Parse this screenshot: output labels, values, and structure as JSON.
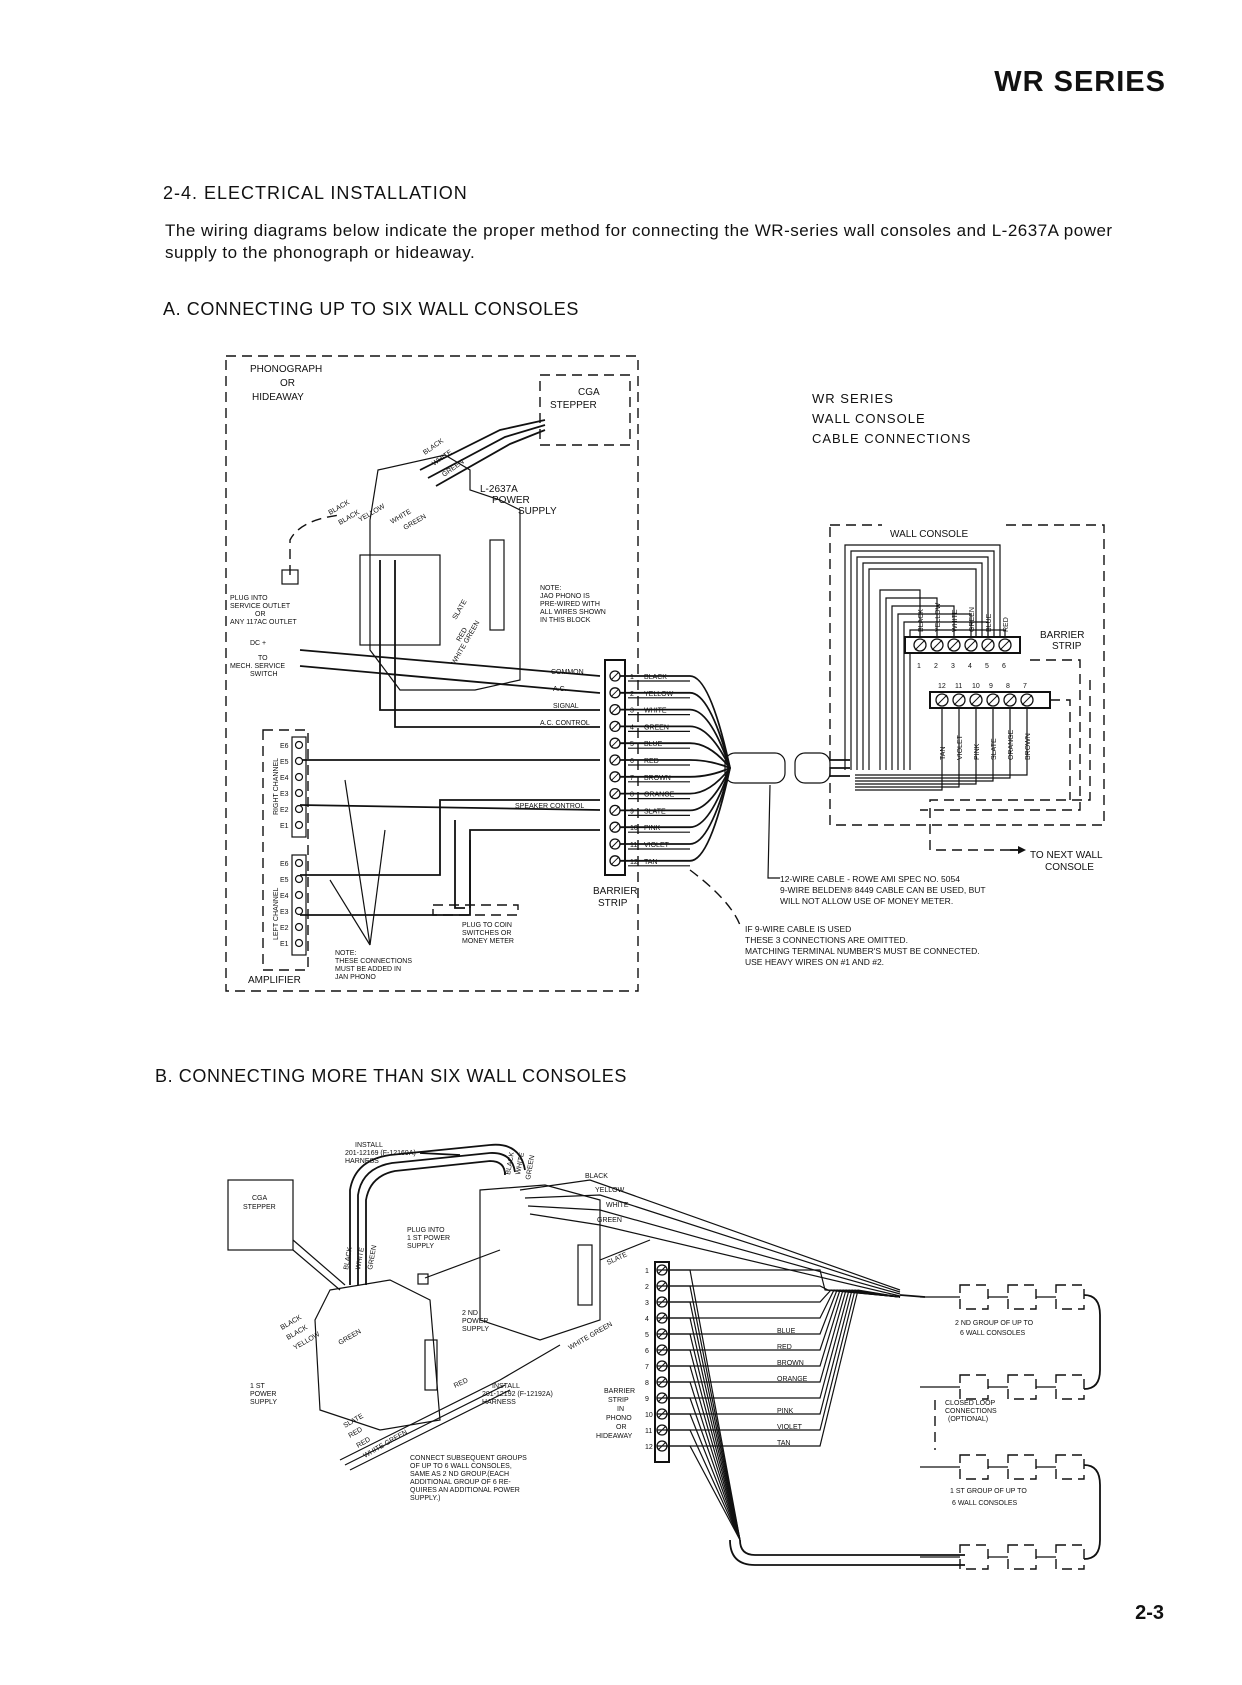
{
  "header": "WR SERIES",
  "section_title": "2-4. ELECTRICAL INSTALLATION",
  "intro": "The wiring diagrams below indicate the proper method for connecting the WR-series wall consoles and L-2637A power supply to the phonograph or hideaway.",
  "page_number": "2-3",
  "diagram_a": {
    "title": "A. CONNECTING UP TO SIX WALL CONSOLES",
    "phonograph_label": [
      "PHONOGRAPH",
      "OR",
      "HIDEAWAY"
    ],
    "cga_stepper": [
      "CGA",
      "STEPPER"
    ],
    "power_supply": [
      "L-2637A",
      "POWER",
      "SUPPLY"
    ],
    "ps_wires_top": [
      "BLACK",
      "WHITE",
      "GREEN"
    ],
    "ps_wires_left": [
      "BLACK",
      "BLACK",
      "YELLOW",
      "WHITE",
      "GREEN"
    ],
    "ps_wires_bottom": [
      "SLATE",
      "RED",
      "WHITE GREEN"
    ],
    "plug_label": [
      "PLUG INTO",
      "SERVICE OUTLET",
      "OR",
      "ANY 117AC OUTLET"
    ],
    "dc_label": "DC +",
    "mech_label": [
      "TO",
      "MECH. SERVICE",
      "SWITCH"
    ],
    "note_jao": [
      "NOTE:",
      "JAO PHONO IS",
      "PRE-WIRED WITH",
      "ALL WIRES SHOWN",
      "IN THIS BLOCK"
    ],
    "signal_labels": [
      "COMMON",
      "A.C.",
      "SIGNAL",
      "A.C. CONTROL"
    ],
    "speaker_control": "SPEAKER CONTROL",
    "terminals": [
      {
        "num": "1",
        "color": "BLACK"
      },
      {
        "num": "2",
        "color": "YELLOW"
      },
      {
        "num": "3",
        "color": "WHITE"
      },
      {
        "num": "4",
        "color": "GREEN"
      },
      {
        "num": "5",
        "color": "BLUE"
      },
      {
        "num": "6",
        "color": "RED"
      },
      {
        "num": "7",
        "color": "BROWN"
      },
      {
        "num": "8",
        "color": "ORANGE"
      },
      {
        "num": "9",
        "color": "SLATE"
      },
      {
        "num": "10",
        "color": "PINK"
      },
      {
        "num": "11",
        "color": "VIOLET"
      },
      {
        "num": "12",
        "color": "TAN"
      }
    ],
    "barrier_strip": [
      "BARRIER",
      "STRIP"
    ],
    "right_channel": "RIGHT CHANNEL",
    "left_channel": "LEFT CHANNEL",
    "channel_terms": [
      "E6",
      "E5",
      "E4",
      "E3",
      "E2",
      "E1"
    ],
    "amplifier": "AMPLIFIER",
    "note_jan": [
      "NOTE:",
      "THESE CONNECTIONS",
      "MUST BE ADDED IN",
      "JAN PHONO"
    ],
    "plug_coin": [
      "PLUG TO COIN",
      "SWITCHES OR",
      "MONEY METER"
    ],
    "wr_title": [
      "WR SERIES",
      "WALL CONSOLE",
      "CABLE CONNECTIONS"
    ],
    "wall_console": "WALL CONSOLE",
    "console_wires_top": [
      "BLACK",
      "YELLOW",
      "WHITE",
      "GREEN",
      "BLUE",
      "RED"
    ],
    "console_top_nums": [
      "1",
      "2",
      "3",
      "4",
      "5",
      "6"
    ],
    "console_bottom_nums": [
      "12",
      "11",
      "10",
      "9",
      "8",
      "7"
    ],
    "console_wires_bottom": [
      "TAN",
      "VIOLET",
      "PINK",
      "SLATE",
      "ORANGE",
      "BROWN"
    ],
    "console_barrier": [
      "BARRIER",
      "STRIP"
    ],
    "to_next": [
      "TO NEXT WALL",
      "CONSOLE"
    ],
    "cable_note": [
      "12-WIRE CABLE - ROWE AMI SPEC NO. 5054",
      "9-WIRE BELDEN® 8449 CABLE CAN BE USED, BUT",
      "WILL NOT ALLOW USE OF MONEY METER."
    ],
    "nine_wire_note": [
      "IF 9-WIRE CABLE IS USED",
      "THESE 3 CONNECTIONS ARE OMITTED.",
      "MATCHING TERMINAL NUMBER'S MUST BE CONNECTED.",
      "USE HEAVY WIRES ON #1 AND #2."
    ]
  },
  "diagram_b": {
    "title": "B. CONNECTING MORE THAN SIX WALL CONSOLES",
    "install_top": [
      "INSTALL",
      "201-12169 (F-12169A)",
      "HARNESS"
    ],
    "cga_stepper": [
      "CGA",
      "STEPPER"
    ],
    "plug_first": [
      "PLUG INTO",
      "1 ST POWER",
      "SUPPLY"
    ],
    "second_ps": [
      "2 ND",
      "POWER",
      "SUPPLY"
    ],
    "first_ps": [
      "1 ST",
      "POWER",
      "SUPPLY"
    ],
    "top_wires": [
      "BLACK",
      "YELLOW",
      "WHITE",
      "GREEN"
    ],
    "ps1_left_wires": [
      "BLACK",
      "BLACK",
      "YELLOW",
      "GREEN"
    ],
    "ps1_top_wires": [
      "BLACK",
      "WHITE",
      "GREEN"
    ],
    "ps2_top_wires": [
      "BLACK",
      "WHITE",
      "GREEN"
    ],
    "ps2_bottom_wires": [
      "WHITE GREEN",
      "SLATE",
      "RED"
    ],
    "ps1_bottom_wires": [
      "SLATE",
      "RED",
      "RED",
      "WHITE GREEN"
    ],
    "install_bottom": [
      "INSTALL",
      "201-12192 (F-12192A)",
      "HARNESS"
    ],
    "barrier_label": [
      "BARRIER",
      "STRIP",
      "IN",
      "PHONO",
      "OR",
      "HIDEAWAY"
    ],
    "barrier_nums": [
      "1",
      "2",
      "3",
      "4",
      "5",
      "6",
      "7",
      "8",
      "9",
      "10",
      "11",
      "12"
    ],
    "right_wires": [
      "BLUE",
      "RED",
      "BROWN",
      "ORANGE",
      "PINK",
      "VIOLET",
      "TAN"
    ],
    "second_group": [
      "2 ND GROUP OF UP TO",
      "6 WALL CONSOLES"
    ],
    "closed_loop": [
      "CLOSED LOOP",
      "CONNECTIONS",
      "(OPTIONAL)"
    ],
    "first_group": [
      "1 ST GROUP OF UP TO",
      "6 WALL CONSOLES"
    ],
    "connect_note": [
      "CONNECT SUBSEQUENT GROUPS",
      "OF UP TO 6 WALL CONSOLES,",
      "SAME AS 2 ND GROUP.(EACH",
      "ADDITIONAL GROUP OF 6 RE-",
      "QUIRES AN ADDITIONAL POWER",
      "SUPPLY.)"
    ]
  }
}
